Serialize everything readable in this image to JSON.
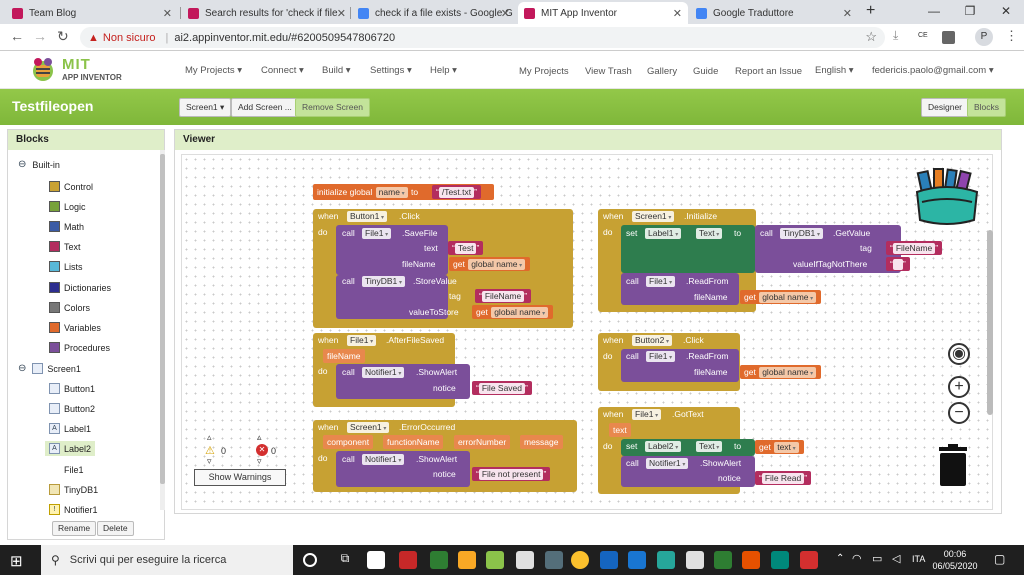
{
  "browser": {
    "tabs": [
      {
        "title": "Team Blog",
        "color": "#c2185b"
      },
      {
        "title": "Search results for 'check if file",
        "color": "#c2185b"
      },
      {
        "title": "check if a file exists - Google G",
        "color": "#4285f4"
      },
      {
        "title": "MIT App Inventor",
        "color": "#c2185b"
      },
      {
        "title": "Google Traduttore",
        "color": "#4285f4"
      }
    ],
    "new_tab": "+",
    "security_label": "Non sicuro",
    "url": "ai2.appinventor.mit.edu/#6200509547806720",
    "profile_initial": "P"
  },
  "app": {
    "logo_main": "MIT",
    "logo_sub": "APP INVENTOR",
    "menus_left": [
      "My Projects ▾",
      "Connect ▾",
      "Build ▾",
      "Settings ▾",
      "Help ▾"
    ],
    "menus_right": [
      "My Projects",
      "View Trash",
      "Gallery",
      "Guide",
      "Report an Issue",
      "English ▾",
      "federicis.paolo@gmail.com ▾"
    ],
    "project_title": "Testfileopen",
    "screen_select": "Screen1 ▾",
    "add_screen": "Add Screen ...",
    "remove_screen": "Remove Screen",
    "designer": "Designer",
    "blocks": "Blocks"
  },
  "blocks_panel": {
    "title": "Blocks",
    "builtin_label": "Built-in",
    "builtin": [
      {
        "label": "Control",
        "color": "#c9a233"
      },
      {
        "label": "Logic",
        "color": "#78a23a"
      },
      {
        "label": "Math",
        "color": "#3b5ba5"
      },
      {
        "label": "Text",
        "color": "#b32d5e"
      },
      {
        "label": "Lists",
        "color": "#58b8d8"
      },
      {
        "label": "Dictionaries",
        "color": "#2d2e8f"
      },
      {
        "label": "Colors",
        "color": "#777777"
      },
      {
        "label": "Variables",
        "color": "#e06a2c"
      },
      {
        "label": "Procedures",
        "color": "#7b4f9a"
      }
    ],
    "screen_label": "Screen1",
    "components": [
      "Button1",
      "Button2",
      "Label1",
      "Label2",
      "File1",
      "TinyDB1",
      "Notifier1"
    ],
    "rename": "Rename",
    "delete": "Delete"
  },
  "viewer": {
    "title": "Viewer",
    "warnings_count": "0",
    "errors_count": "0",
    "show_warnings": "Show Warnings"
  },
  "code": {
    "init_global": "initialize global",
    "global_name": "name",
    "to": "to",
    "test_txt": "/Test.txt",
    "when": "when",
    "do": "do",
    "call": "call",
    "set": "set",
    "get": "get",
    "button1": "Button1",
    "button2": "Button2",
    "click": ".Click",
    "file1": "File1",
    "savefile": ".SaveFile",
    "text": "text",
    "filename": "fileName",
    "test": "Test",
    "get_global_name": "global name",
    "tinydb1": "TinyDB1",
    "storevalue": ".StoreValue",
    "tag": "tag",
    "filename_str": "FileName",
    "valuetostore": "valueToStore",
    "afterfilesaved": ".AfterFileSaved",
    "filename_param": "fileName",
    "notifier1": "Notifier1",
    "showalert": ".ShowAlert",
    "notice": "notice",
    "file_saved": "File Saved",
    "screen1": "Screen1",
    "erroroccurred": ".ErrorOccurred",
    "p_component": "component",
    "p_functionname": "functionName",
    "p_errornumber": "errorNumber",
    "p_message": "message",
    "file_not_present": "File not present",
    "initialize": ".Initialize",
    "label1": "Label1",
    "label2": "Label2",
    "text_prop": "Text",
    "getvalue": ".GetValue",
    "valueiftagnotthere": "valueIfTagNotThere",
    "readfrom": ".ReadFrom",
    "gottext": ".GotText",
    "text_param": "text",
    "get_text": "text",
    "file_read": "File Read"
  },
  "taskbar": {
    "search_placeholder": "Scrivi qui per eseguire la ricerca",
    "lang": "ITA",
    "time": "00:06",
    "date": "06/05/2020"
  }
}
